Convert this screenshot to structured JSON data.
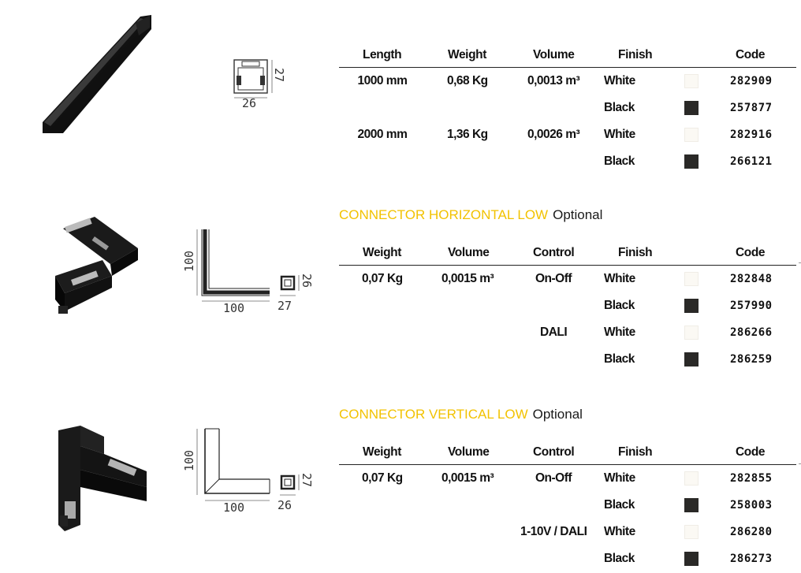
{
  "sections": [
    {
      "title": "",
      "optional_label": "",
      "headers": [
        "Length",
        "Weight",
        "Volume",
        "Finish",
        "Code"
      ],
      "dimensions": {
        "width": "26",
        "height": "27"
      },
      "rows": [
        {
          "c1": "1000 mm",
          "c2": "0,68 Kg",
          "c3": "0,0013 m³",
          "finish": "White",
          "swatch": "white",
          "code": "282909"
        },
        {
          "c1": "",
          "c2": "",
          "c3": "",
          "finish": "Black",
          "swatch": "black",
          "code": "257877"
        },
        {
          "c1": "2000 mm",
          "c2": "1,36 Kg",
          "c3": "0,0026 m³",
          "finish": "White",
          "swatch": "white",
          "code": "282916"
        },
        {
          "c1": "",
          "c2": "",
          "c3": "",
          "finish": "Black",
          "swatch": "black",
          "code": "266121"
        }
      ]
    },
    {
      "title": "CONNECTOR HORIZONTAL LOW",
      "optional_label": "Optional",
      "headers": [
        "Weight",
        "Volume",
        "Control",
        "Finish",
        "Code"
      ],
      "dimensions": {
        "arm_v": "100",
        "arm_h": "100",
        "profile_w": "27",
        "profile_h": "26"
      },
      "rows": [
        {
          "c1": "0,07 Kg",
          "c2": "0,0015 m³",
          "c3": "On-Off",
          "finish": "White",
          "swatch": "white",
          "code": "282848"
        },
        {
          "c1": "",
          "c2": "",
          "c3": "",
          "finish": "Black",
          "swatch": "black",
          "code": "257990"
        },
        {
          "c1": "",
          "c2": "",
          "c3": "DALI",
          "finish": "White",
          "swatch": "white",
          "code": "286266"
        },
        {
          "c1": "",
          "c2": "",
          "c3": "",
          "finish": "Black",
          "swatch": "black",
          "code": "286259"
        }
      ]
    },
    {
      "title": "CONNECTOR VERTICAL LOW",
      "optional_label": "Optional",
      "headers": [
        "Weight",
        "Volume",
        "Control",
        "Finish",
        "Code"
      ],
      "dimensions": {
        "arm_v": "100",
        "arm_h": "100",
        "profile_w": "26",
        "profile_h": "27"
      },
      "rows": [
        {
          "c1": "0,07 Kg",
          "c2": "0,0015 m³",
          "c3": "On-Off",
          "finish": "White",
          "swatch": "white",
          "code": "282855"
        },
        {
          "c1": "",
          "c2": "",
          "c3": "",
          "finish": "Black",
          "swatch": "black",
          "code": "258003"
        },
        {
          "c1": "",
          "c2": "",
          "c3": "1-10V / DALI",
          "finish": "White",
          "swatch": "white",
          "code": "286280"
        },
        {
          "c1": "",
          "c2": "",
          "c3": "",
          "finish": "Black",
          "swatch": "black",
          "code": "286273"
        }
      ]
    }
  ]
}
